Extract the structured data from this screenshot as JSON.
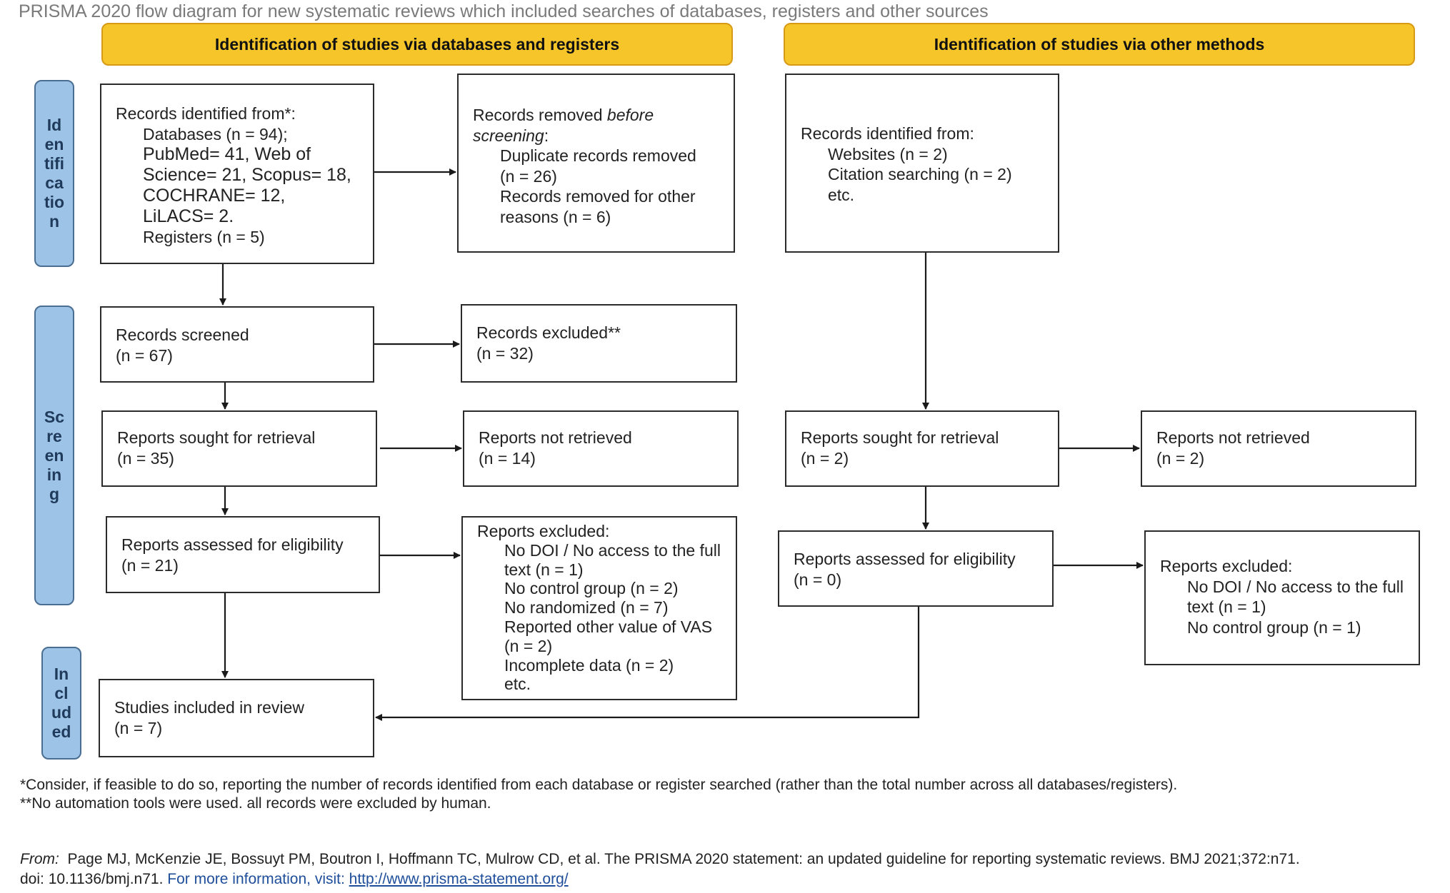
{
  "title": "PRISMA 2020 flow diagram for new systematic reviews which included  searches of databases, registers and other  sources",
  "headers": {
    "left": "Identification of studies via databases and registers",
    "right": "Identification of studies via other methods"
  },
  "phases": {
    "identification": "Id\nen\ntifi\nca\ntio\nn",
    "screening": "Sc\nre\nen\nin\ng",
    "included": "In\ncl\nud\ned"
  },
  "left": {
    "records_identified": {
      "l1": "Records identified from*:",
      "l2": "Databases (n = 94);",
      "l3": "PubMed= 41, Web of",
      "l4": "Science= 21, Scopus= 18,",
      "l5": "COCHRANE= 12,",
      "l6": "LiLACS= 2.",
      "l7": "Registers (n = 5)"
    },
    "records_removed": {
      "l1a": "Records removed ",
      "l1b": "before",
      "l2": "screening",
      "l2b": ":",
      "l3": "Duplicate records removed",
      "l4": "(n = 26)",
      "l5": "Records removed for other",
      "l6": "reasons (n = 6)"
    },
    "records_screened": {
      "l1": "Records screened",
      "l2": "(n = 67)"
    },
    "records_excluded": {
      "l1": "Records excluded**",
      "l2": "(n = 32)"
    },
    "reports_sought": {
      "l1": "Reports sought for retrieval",
      "l2": "(n = 35)"
    },
    "reports_not_retrieved": {
      "l1": "Reports not retrieved",
      "l2": "(n = 14)"
    },
    "reports_assessed": {
      "l1": "Reports assessed for eligibility",
      "l2": "(n = 21)"
    },
    "reports_excluded": {
      "l1": "Reports excluded:",
      "l2": "No DOI / No access to the full",
      "l3": "text (n = 1)",
      "l4": "No control group (n = 2)",
      "l5": "No randomized (n = 7)",
      "l6": "Reported other value of VAS",
      "l7": "(n = 2)",
      "l8": "Incomplete data (n = 2)",
      "l9": "etc."
    },
    "studies_included": {
      "l1": "Studies included in review",
      "l2": "(n = 7)"
    }
  },
  "right": {
    "records_identified": {
      "l1": "Records identified from:",
      "l2": "Websites (n = 2)",
      "l3": "Citation searching (n = 2)",
      "l4": "etc."
    },
    "reports_sought": {
      "l1": "Reports sought for retrieval",
      "l2": "(n = 2)"
    },
    "reports_not_retrieved": {
      "l1": "Reports not retrieved",
      "l2": "(n = 2)"
    },
    "reports_assessed": {
      "l1": "Reports assessed for eligibility",
      "l2": "(n = 0)"
    },
    "reports_excluded": {
      "l1": "Reports excluded:",
      "l2": "No DOI / No access to the full",
      "l3": "text (n = 1)",
      "l4": "No control group (n = 1)"
    }
  },
  "footnotes": {
    "f1": "*Consider, if feasible to do so, reporting the number of records identified from each database or register searched (rather than the total number across all databases/registers).",
    "f2": "**No automation tools were used. all records were excluded by human."
  },
  "citation": {
    "from": "From:",
    "text1": "  Page MJ, McKenzie JE, Bossuyt PM, Boutron I, Hoffmann TC, Mulrow CD, et al. The PRISMA 2020 statement: an updated guideline for reporting systematic reviews. BMJ 2021;372:n71.",
    "text2": "doi: 10.1136/bmj.n71. ",
    "more": "For more information, visit: ",
    "url": "http://www.prisma-statement.org/"
  },
  "colors": {
    "header_fill": "#f5c52a",
    "phase_fill": "#9dc3e6",
    "link": "#1f4e9a"
  }
}
